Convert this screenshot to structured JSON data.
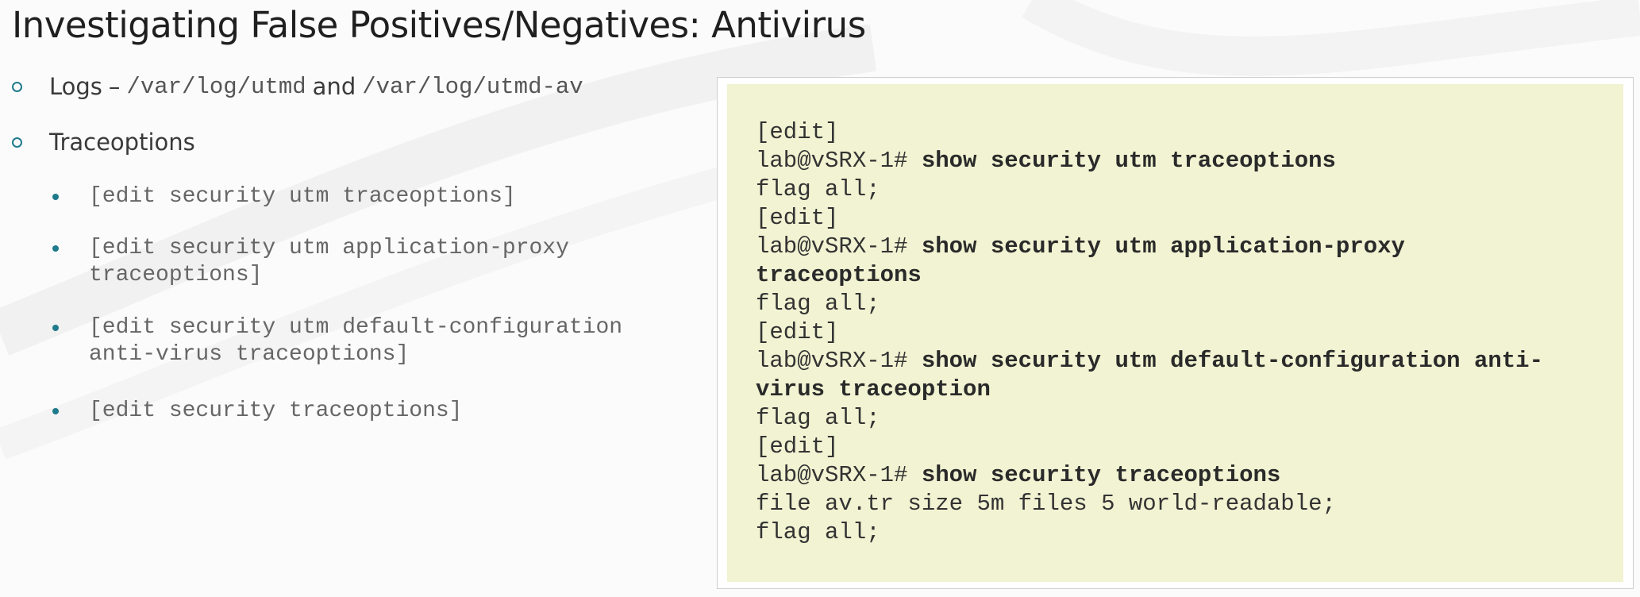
{
  "slide": {
    "title": "Investigating False Positives/Negatives: Antivirus"
  },
  "bullets": {
    "logs": {
      "label": "Logs",
      "dash": "–",
      "path1": "/var/log/utmd",
      "and": "and",
      "path2": "/var/log/utmd-av"
    },
    "traceoptions": {
      "label": "Traceoptions",
      "items": [
        "[edit security utm traceoptions]",
        "[edit security utm application-proxy\ntraceoptions]",
        "[edit security utm default-configuration\nanti-virus traceoptions]",
        "[edit security traceoptions]"
      ]
    }
  },
  "code": {
    "lines": [
      {
        "prefix": "[edit]",
        "cmd": ""
      },
      {
        "prefix": "lab@vSRX-1# ",
        "cmd": "show security utm traceoptions"
      },
      {
        "prefix": "flag all;",
        "cmd": ""
      },
      {
        "prefix": "[edit]",
        "cmd": ""
      },
      {
        "prefix": "lab@vSRX-1# ",
        "cmd": "show security utm application-proxy"
      },
      {
        "prefix": "",
        "cmd": "traceoptions"
      },
      {
        "prefix": "flag all;",
        "cmd": ""
      },
      {
        "prefix": "[edit]",
        "cmd": ""
      },
      {
        "prefix": "lab@vSRX-1# ",
        "cmd": "show security utm default-configuration anti-"
      },
      {
        "prefix": "",
        "cmd": "virus traceoption"
      },
      {
        "prefix": "flag all;",
        "cmd": ""
      },
      {
        "prefix": "[edit]",
        "cmd": ""
      },
      {
        "prefix": "lab@vSRX-1# ",
        "cmd": "show security traceoptions"
      },
      {
        "prefix": "file av.tr size 5m files 5 world-readable;",
        "cmd": ""
      },
      {
        "prefix": "flag all;",
        "cmd": ""
      }
    ]
  },
  "colors": {
    "accent": "#1f7a8c",
    "code_background": "#f1f3d2"
  }
}
